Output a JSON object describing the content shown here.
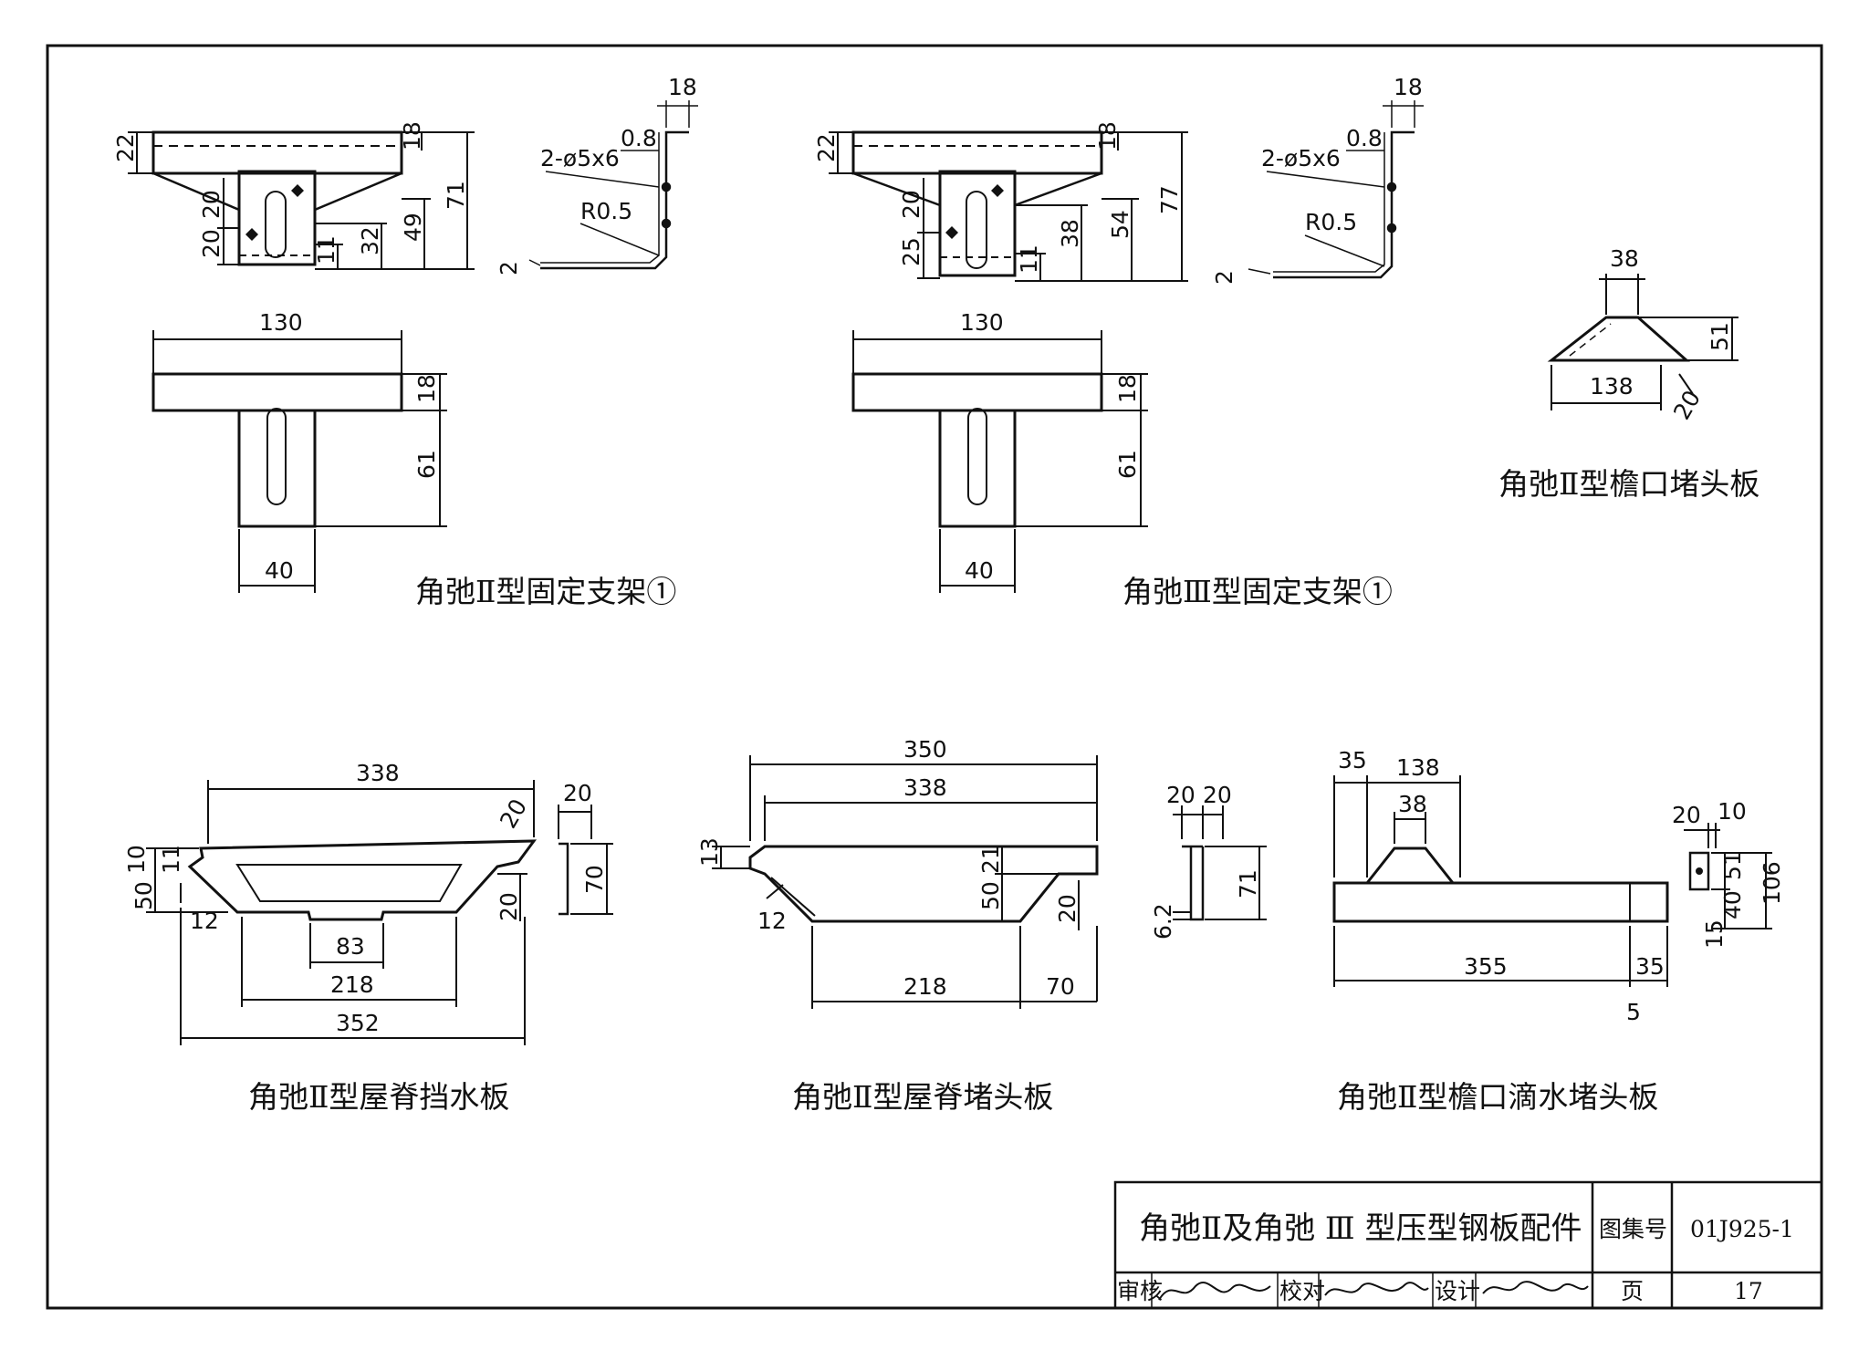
{
  "drawing": {
    "captions": {
      "support_ii": "角弛Ⅱ型固定支架①",
      "support_iii": "角弛Ⅲ型固定支架①",
      "eave_end_plate": "角弛Ⅱ型檐口堵头板",
      "ridge_flashing": "角弛Ⅱ型屋脊挡水板",
      "ridge_end_plate": "角弛Ⅱ型屋脊堵头板",
      "eave_drip_end_plate": "角弛Ⅱ型檐口滴水堵头板"
    },
    "support_ii": {
      "front": {
        "d22": "22",
        "d20a": "20",
        "d20b": "20",
        "d18": "18",
        "d71": "71",
        "d49": "49",
        "d32": "32",
        "d11": "11"
      },
      "side": {
        "d18": "18",
        "d08": "0.8",
        "holes": "2-ø5x6",
        "radius": "R0.5",
        "d2": "2"
      },
      "plan": {
        "d130": "130",
        "d18": "18",
        "d61": "61",
        "d40": "40"
      }
    },
    "support_iii": {
      "front": {
        "d22": "22",
        "d20": "20",
        "d25": "25",
        "d18": "18",
        "d77": "77",
        "d54": "54",
        "d38": "38",
        "d11": "11"
      },
      "side": {
        "d18": "18",
        "d08": "0.8",
        "holes": "2-ø5x6",
        "radius": "R0.5",
        "d2": "2"
      },
      "plan": {
        "d130": "130",
        "d18": "18",
        "d61": "61",
        "d40": "40"
      }
    },
    "eave_end_plate": {
      "d38": "38",
      "d51": "51",
      "d138": "138",
      "d20": "20"
    },
    "ridge_flashing": {
      "d338": "338",
      "d20a": "20",
      "d20b": "20",
      "d70": "70",
      "d10": "10",
      "d11": "11",
      "d50": "50",
      "d12": "12",
      "d20c": "20",
      "d83": "83",
      "d218": "218",
      "d352": "352"
    },
    "ridge_end_plate": {
      "d350": "350",
      "d338": "338",
      "d13": "13",
      "d21": "21",
      "d50": "50",
      "d12": "12",
      "d20": "20",
      "d218": "218",
      "d70": "70",
      "d20a": "20",
      "d20b": "20",
      "d71": "71",
      "d62": "6.2"
    },
    "eave_drip_end_plate": {
      "d35a": "35",
      "d138": "138",
      "d38": "38",
      "d355": "355",
      "d35b": "35",
      "d5": "5",
      "d20": "20",
      "d10": "10",
      "d51": "51",
      "d40": "40",
      "d106": "106",
      "d15": "15"
    }
  },
  "title_block": {
    "title": "角弛Ⅱ及角弛 Ⅲ 型压型钢板配件",
    "atlas_label": "图集号",
    "atlas_no": "01J925-1",
    "review_label": "审核",
    "check_label": "校对",
    "design_label": "设计",
    "page_label": "页",
    "page_no": "17"
  }
}
